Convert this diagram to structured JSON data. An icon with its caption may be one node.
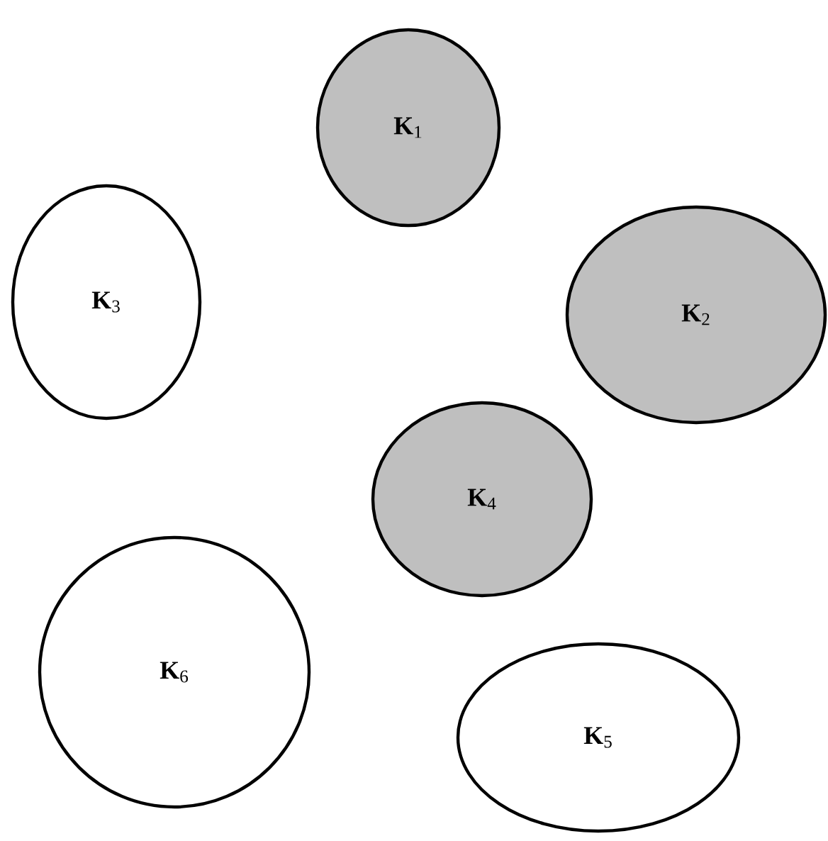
{
  "diagram": {
    "nodes": [
      {
        "text": [
          "**K**$_{1}$"
        ]
      },
      {
        "text": [
          "**K**$_{3}$"
        ]
      },
      {
        "text": [
          "**K**$_{2}$"
        ]
      },
      {
        "text": [
          "**K**$_{4}$"
        ]
      },
      {
        "text": [
          "**K**$_{6}$"
        ]
      },
      {
        "text": [
          "**K**$_{5}$"
        ]
      }
    ]
  }
}
